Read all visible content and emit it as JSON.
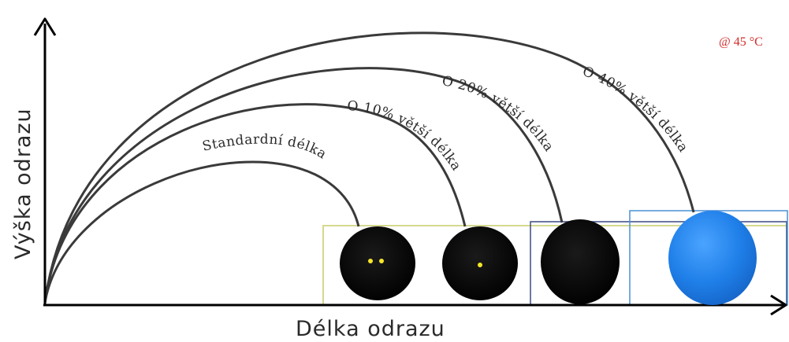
{
  "axes": {
    "x_label": "Délka odrazu",
    "y_label": "Výška odrazu"
  },
  "temperature_note": "@ 45 °C",
  "trajectories": [
    {
      "label": "Standardní délka"
    },
    {
      "label": "O 10% větší délka"
    },
    {
      "label": "O 20% větší délka"
    },
    {
      "label": "O 40% větší délka"
    }
  ],
  "balls": [
    {
      "name": "double-yellow-dot-ball",
      "dots": 2,
      "color": "#000000",
      "dot_color": "#f5e62a"
    },
    {
      "name": "single-yellow-dot-ball",
      "dots": 1,
      "color": "#000000",
      "dot_color": "#f5e62a"
    },
    {
      "name": "no-dot-ball",
      "dots": 0,
      "color": "#050505"
    },
    {
      "name": "blue-ball",
      "dots": 0,
      "color": "#1f7fe8"
    }
  ],
  "colors": {
    "axis": "#000000",
    "arc": "#3a3a3a",
    "temperature": "#d42a2a",
    "box_standard": "#c9cc6a",
    "box_20": "#3b4a80",
    "box_40": "#4a8fd6"
  }
}
